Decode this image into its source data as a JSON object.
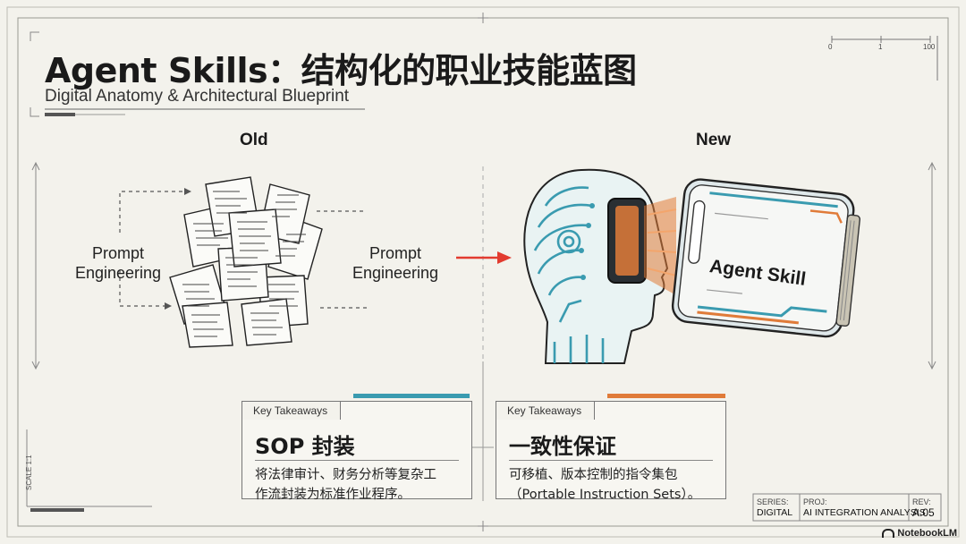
{
  "title": "Agent Skills：结构化的职业技能蓝图",
  "subtitle": "Digital Anatomy & Architectural Blueprint",
  "scale": {
    "ticks": [
      "0",
      "1",
      "100"
    ]
  },
  "old": {
    "label": "Old",
    "left_label": [
      "Prompt",
      "Engineering"
    ],
    "right_label": [
      "Prompt",
      "Engineering"
    ]
  },
  "new": {
    "label": "New",
    "book_title": "Agent Skill"
  },
  "cards": [
    {
      "tab": "Key Takeaways",
      "accent": "#3a9bb0",
      "heading": "SOP 封装",
      "lines": [
        "将法律审计、财务分析等复杂工",
        "作流封装为标准作业程序。"
      ]
    },
    {
      "tab": "Key Takeaways",
      "accent": "#e07b39",
      "heading": "一致性保证",
      "lines": [
        "可移植、版本控制的指令集包",
        "（Portable Instruction Sets）。"
      ]
    }
  ],
  "side_mark": "SCALE 1:1",
  "title_block": {
    "series_label": "SERIES:",
    "series_value": "DIGITAL",
    "proj_label": "PROJ:",
    "proj_value": "AI INTEGRATION ANALYSIS",
    "rev_label": "REV:",
    "rev_value": "A.05"
  },
  "brand": "NotebookLM",
  "colors": {
    "teal": "#3a9bb0",
    "orange": "#e07b39",
    "red": "#e23b2f",
    "ink": "#1a1a1a"
  }
}
